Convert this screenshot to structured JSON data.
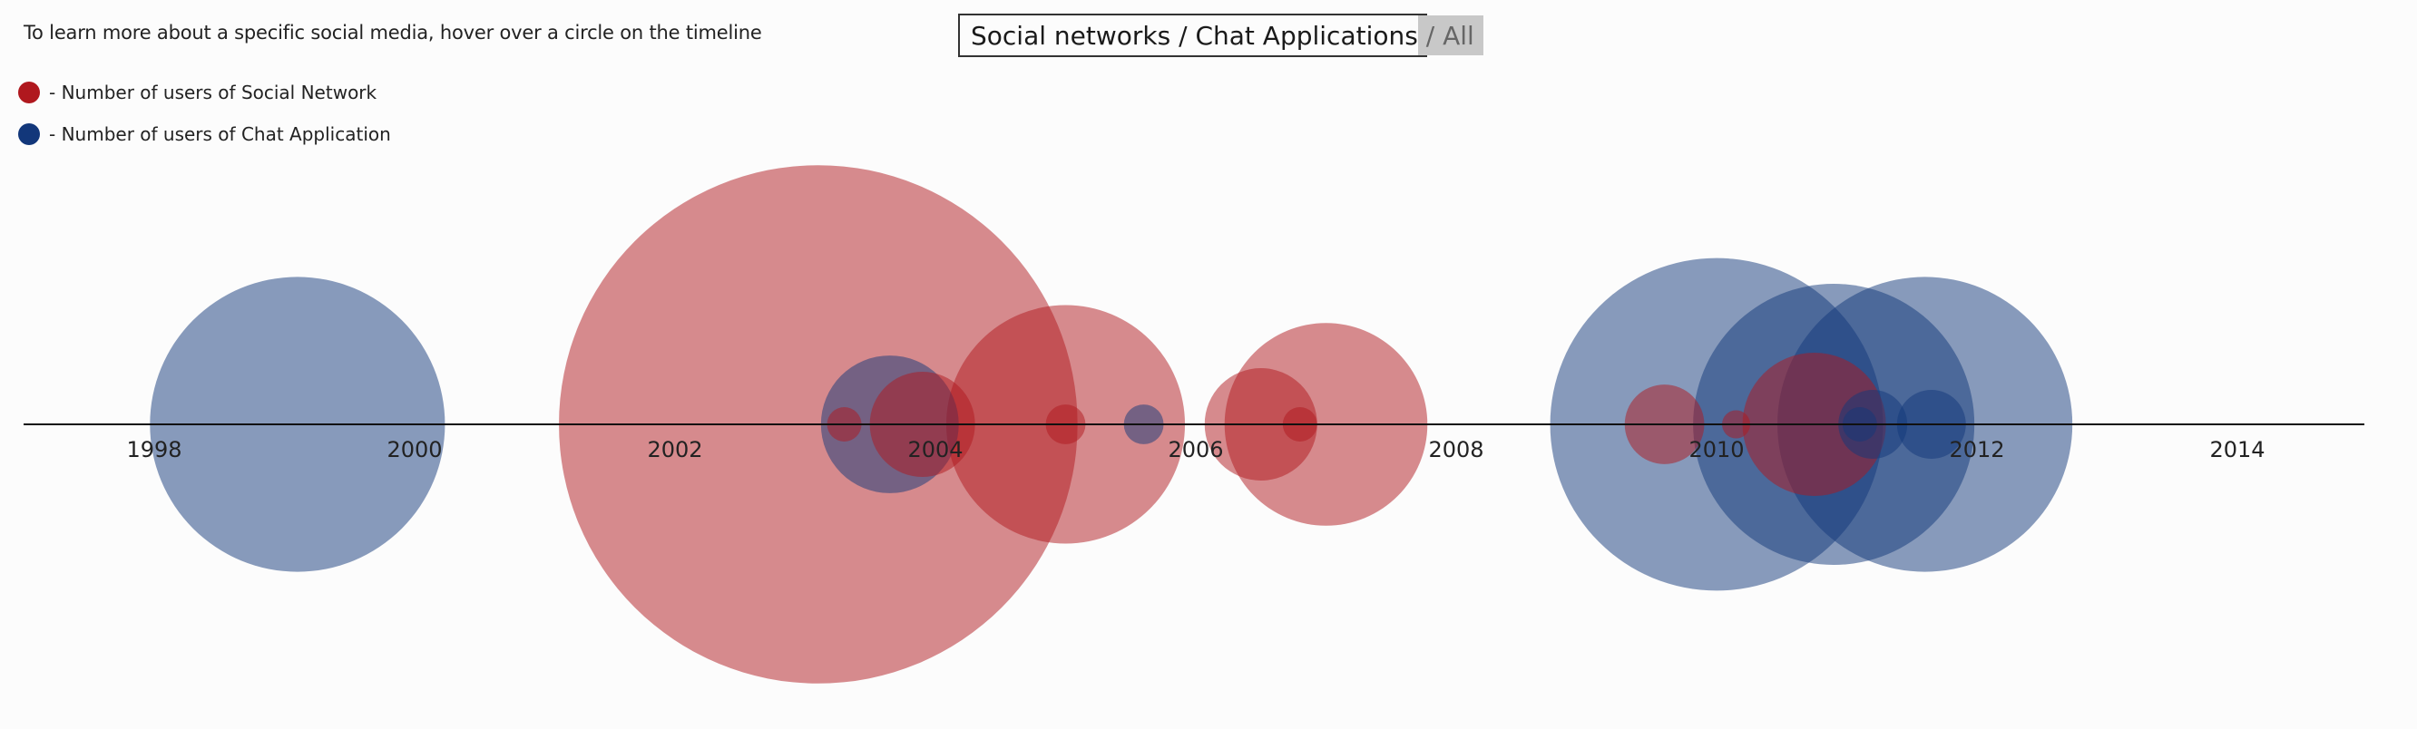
{
  "instruction": "To learn more about a specific social media, hover over a circle on the timeline",
  "filter": {
    "social_label": "Social networks",
    "sep1": " / ",
    "chat_label": "Chat Applications",
    "sep2": " / ",
    "all_label": "All"
  },
  "legend": {
    "social": {
      "label": "- Number of users of Social Network",
      "color": "#b0181e"
    },
    "chat": {
      "label": "- Number of users of Chat Application",
      "color": "#12377a"
    }
  },
  "colors": {
    "social": "#b0181e",
    "chat": "#12377a"
  },
  "chart_data": {
    "type": "scatter",
    "title": "",
    "xlabel": "",
    "ylabel": "",
    "xlim": [
      1997,
      2015
    ],
    "x_ticks": [
      1998,
      2000,
      2002,
      2004,
      2006,
      2008,
      2010,
      2012,
      2014
    ],
    "size_encoding": "Number of users",
    "series": [
      {
        "category": "chat",
        "points": [
          {
            "year": 1999.1,
            "size": 1.1
          },
          {
            "year": 2003.65,
            "size": 0.24
          },
          {
            "year": 2005.6,
            "size": 0.02
          },
          {
            "year": 2010.0,
            "size": 1.4
          },
          {
            "year": 2010.9,
            "size": 1.0
          },
          {
            "year": 2011.1,
            "size": 0.015
          },
          {
            "year": 2011.2,
            "size": 0.06
          },
          {
            "year": 2011.6,
            "size": 1.1
          },
          {
            "year": 2011.65,
            "size": 0.06
          }
        ]
      },
      {
        "category": "social",
        "points": [
          {
            "year": 2003.1,
            "size": 3.4
          },
          {
            "year": 2003.3,
            "size": 0.015
          },
          {
            "year": 2003.9,
            "size": 0.14
          },
          {
            "year": 2005.0,
            "size": 0.72
          },
          {
            "year": 2005.0,
            "size": 0.02
          },
          {
            "year": 2006.5,
            "size": 0.16
          },
          {
            "year": 2006.8,
            "size": 0.015
          },
          {
            "year": 2007.0,
            "size": 0.52
          },
          {
            "year": 2009.6,
            "size": 0.08
          },
          {
            "year": 2010.15,
            "size": 0.01
          },
          {
            "year": 2010.75,
            "size": 0.26
          }
        ]
      }
    ]
  }
}
